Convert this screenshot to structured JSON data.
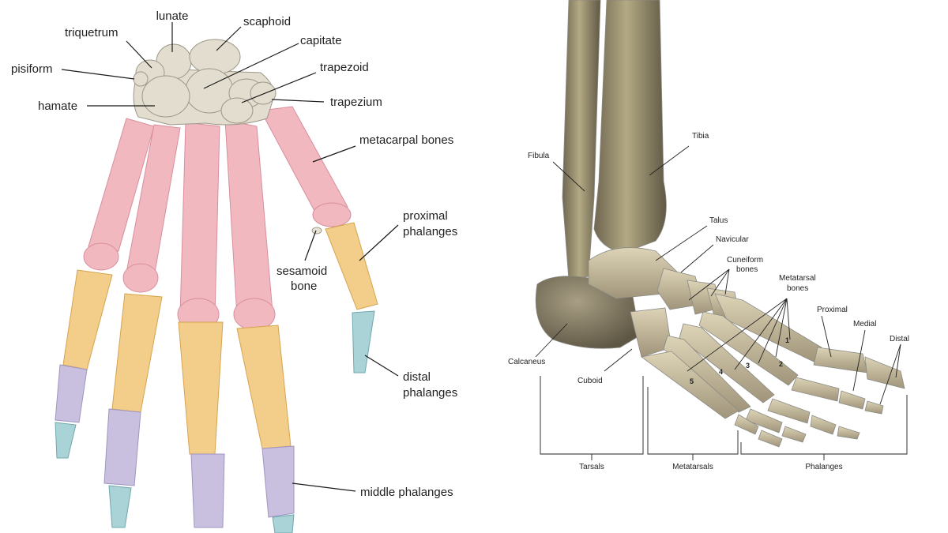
{
  "hand": {
    "labels": {
      "lunate": "lunate",
      "scaphoid": "scaphoid",
      "triquetrum": "triquetrum",
      "capitate": "capitate",
      "trapezoid": "trapezoid",
      "pisiform": "pisiform",
      "hamate": "hamate",
      "trapezium": "trapezium",
      "metacarpal_bones": "metacarpal bones",
      "proximal_phalanges_1": "proximal",
      "proximal_phalanges_2": "phalanges",
      "sesamoid_1": "sesamoid",
      "sesamoid_2": "bone",
      "distal_phalanges_1": "distal",
      "distal_phalanges_2": "phalanges",
      "middle_phalanges": "middle phalanges"
    },
    "colors": {
      "carpals": "#e3ddd0",
      "metacarpals": "#f2b8c0",
      "proximal": "#f3cd8a",
      "middle": "#c9bfdf",
      "distal": "#a9d3d6"
    }
  },
  "foot": {
    "labels": {
      "fibula": "Fibula",
      "tibia": "Tibia",
      "talus": "Talus",
      "navicular": "Navicular",
      "cuneiform_1": "Cuneiform",
      "cuneiform_2": "bones",
      "metatarsal_1": "Metatarsal",
      "metatarsal_2": "bones",
      "proximal": "Proximal",
      "medial": "Medial",
      "distal": "Distal",
      "calcaneus": "Calcaneus",
      "cuboid": "Cuboid",
      "tarsals": "Tarsals",
      "metatarsals": "Metatarsals",
      "phalanges": "Phalanges"
    },
    "numbers": [
      "1",
      "2",
      "3",
      "4",
      "5"
    ],
    "colors": {
      "bone": "#c9bea0",
      "bone_dark": "#8c8266"
    }
  }
}
